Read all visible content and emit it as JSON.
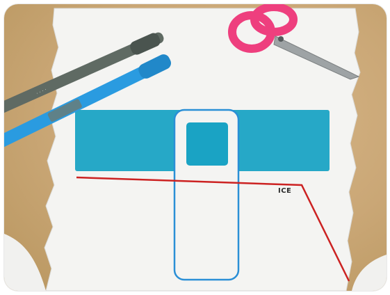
{
  "photo": {
    "label_text": "ICE",
    "colors": {
      "table": "#caa776",
      "paper": "#f4f4f2",
      "cyan_marker": "#1aa3c4",
      "blue_outline": "#2a8fd6",
      "red_line": "#cc2222",
      "scissor_handle": "#ee3f7e",
      "grey_pen": "#5f6a63"
    },
    "icons": [
      "paper-sheet",
      "cyan-band",
      "tower-outline",
      "red-line",
      "grey-marker",
      "blue-marker",
      "pink-scissors"
    ]
  }
}
